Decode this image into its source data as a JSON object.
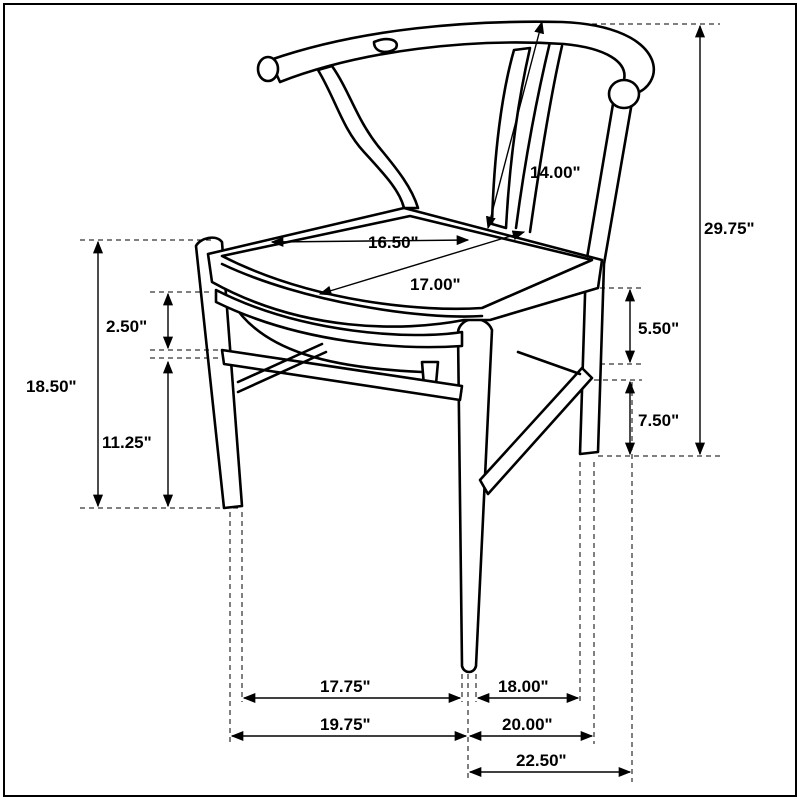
{
  "dimensions": {
    "overall_height": "29.75\"",
    "back_height": "14.00\"",
    "seat_width": "16.50\"",
    "seat_depth": "17.00\"",
    "seat_thickness": "2.50\"",
    "seat_height": "18.50\"",
    "stretcher_height_front": "11.25\"",
    "back_gap": "5.50\"",
    "stretcher_height_side": "7.50\"",
    "front_inner_width": "17.75\"",
    "front_outer_width": "19.75\"",
    "side_inner_depth": "18.00\"",
    "side_outer_depth": "20.00\"",
    "overall_depth": "22.50\""
  }
}
